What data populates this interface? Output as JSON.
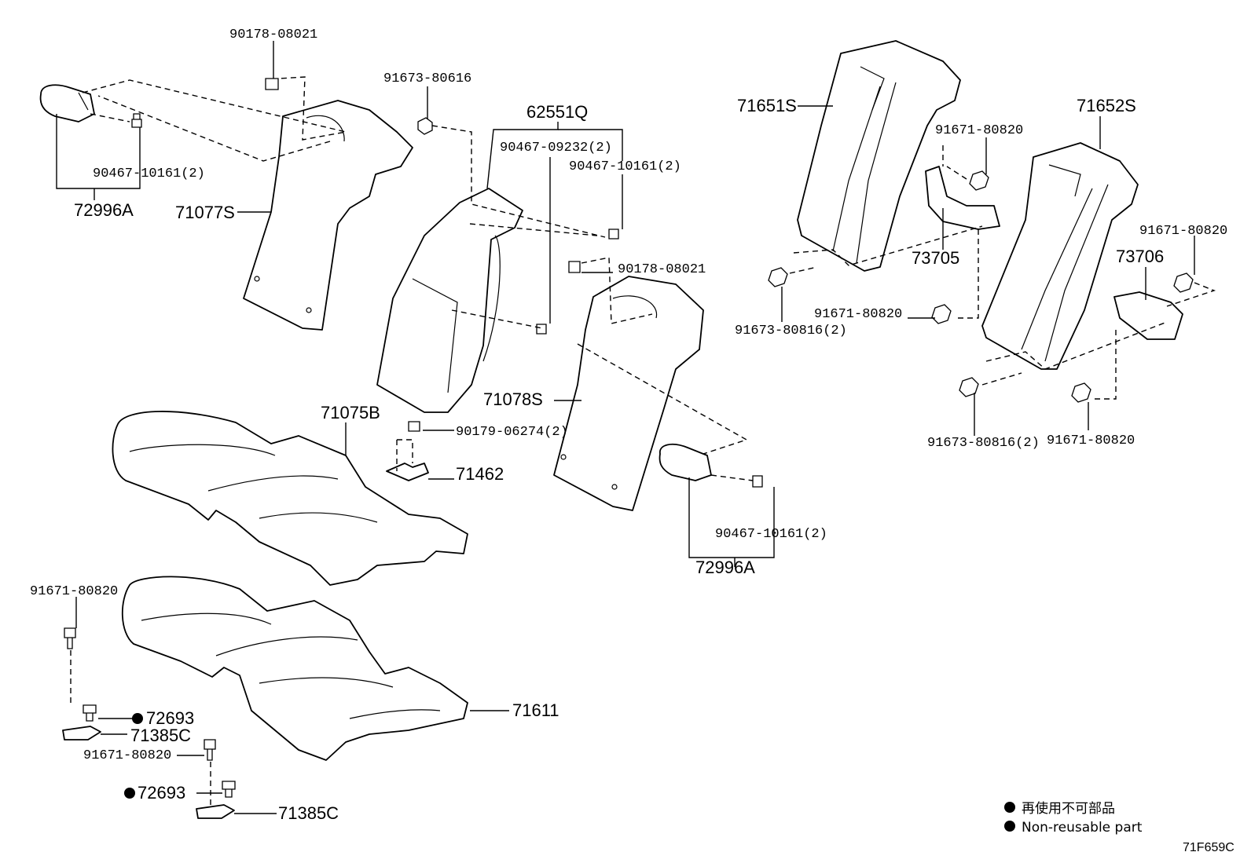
{
  "diagram": {
    "labels": {
      "bolt_90178_08021_top": "90178-08021",
      "bolt_91673_80616": "91673-80616",
      "group_62551Q": "62551Q",
      "clip_90467_09232": "90467-09232(2)",
      "clip_90467_10161_mid": "90467-10161(2)",
      "nut_90178_08021_mid": "90178-08021",
      "clip_90467_10161_left": "90467-10161(2)",
      "part_72996A_left": "72996A",
      "part_71077S": "71077S",
      "part_71075B": "71075B",
      "nut_90179_06274": "90179-06274(2)",
      "part_71462": "71462",
      "part_71078S": "71078S",
      "clip_90467_10161_right": "90467-10161(2)",
      "part_72996A_right": "72996A",
      "part_71651S": "71651S",
      "bolt_91671_80820_a": "91671-80820",
      "part_73705": "73705",
      "bolt_91673_80816_a": "91673-80816(2)",
      "bolt_91671_80820_b": "91671-80820",
      "part_71652S": "71652S",
      "bolt_91671_80820_c": "91671-80820",
      "part_73706": "73706",
      "bolt_91673_80816_b": "91673-80816(2)",
      "bolt_91671_80820_d": "91671-80820",
      "bolt_91671_80820_e": "91671-80820",
      "part_72693_a": "72693",
      "part_71385C_a": "71385C",
      "bolt_91671_80820_f": "91671-80820",
      "part_72693_b": "72693",
      "part_71385C_b": "71385C",
      "part_71611": "71611"
    },
    "legend": {
      "japanese": "再使用不可部品",
      "english": "Non-reusable part",
      "marker": "●"
    },
    "figure_code": "71F659C"
  }
}
